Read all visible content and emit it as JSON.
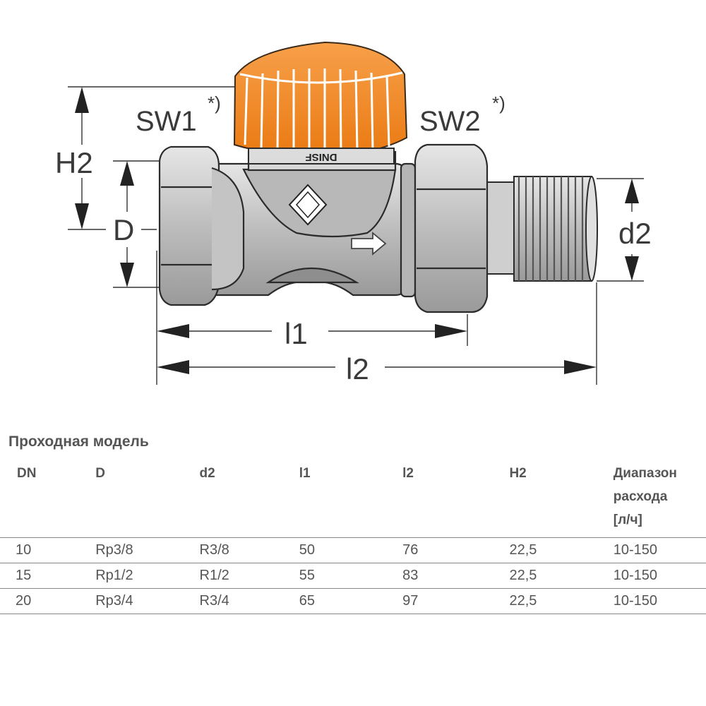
{
  "diagram": {
    "labels": {
      "sw1": "SW1",
      "sw1_note": "*)",
      "sw2": "SW2",
      "sw2_note": "*)",
      "h2": "H2",
      "d": "D",
      "d2": "d2",
      "l1": "l1",
      "l2": "l2"
    },
    "cap_text": "DNISF",
    "colors": {
      "cap": "#f28a1f",
      "cap_dark": "#d9701a",
      "body": "#c9c9c9",
      "line": "#2b2b2b"
    }
  },
  "spec": {
    "title": "Проходная модель",
    "headers": [
      "DN",
      "D",
      "d2",
      "l1",
      "l2",
      "H2",
      "Диапазон расхода [л/ч]"
    ],
    "rows": [
      [
        "10",
        "Rp3/8",
        "R3/8",
        "50",
        "76",
        "22,5",
        "10-150"
      ],
      [
        "15",
        "Rp1/2",
        "R1/2",
        "55",
        "83",
        "22,5",
        "10-150"
      ],
      [
        "20",
        "Rp3/4",
        "R3/4",
        "65",
        "97",
        "22,5",
        "10-150"
      ]
    ]
  }
}
